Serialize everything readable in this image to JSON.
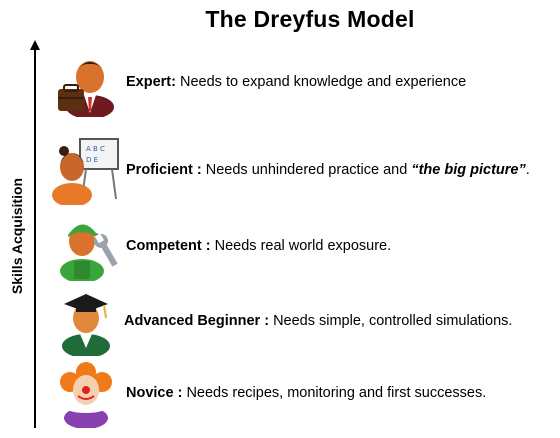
{
  "title": "The Dreyfus Model",
  "axis_label": "Skills Acquisition",
  "levels": [
    {
      "name": "Expert:",
      "description": "Needs to expand knowledge and experience",
      "icon": "businessman-briefcase-icon"
    },
    {
      "name": "Proficient :",
      "description": "Needs unhindered practice and ",
      "emphasis": "“the big picture”",
      "suffix": ".",
      "icon": "teacher-whiteboard-icon"
    },
    {
      "name": "Competent :",
      "description": "Needs real world exposure.",
      "icon": "mechanic-wrench-icon"
    },
    {
      "name": "Advanced Beginner :",
      "description": "Needs simple, controlled simulations.",
      "icon": "graduate-cap-icon"
    },
    {
      "name": "Novice :",
      "description": "Needs recipes, monitoring and first successes.",
      "icon": "clown-icon"
    }
  ]
}
